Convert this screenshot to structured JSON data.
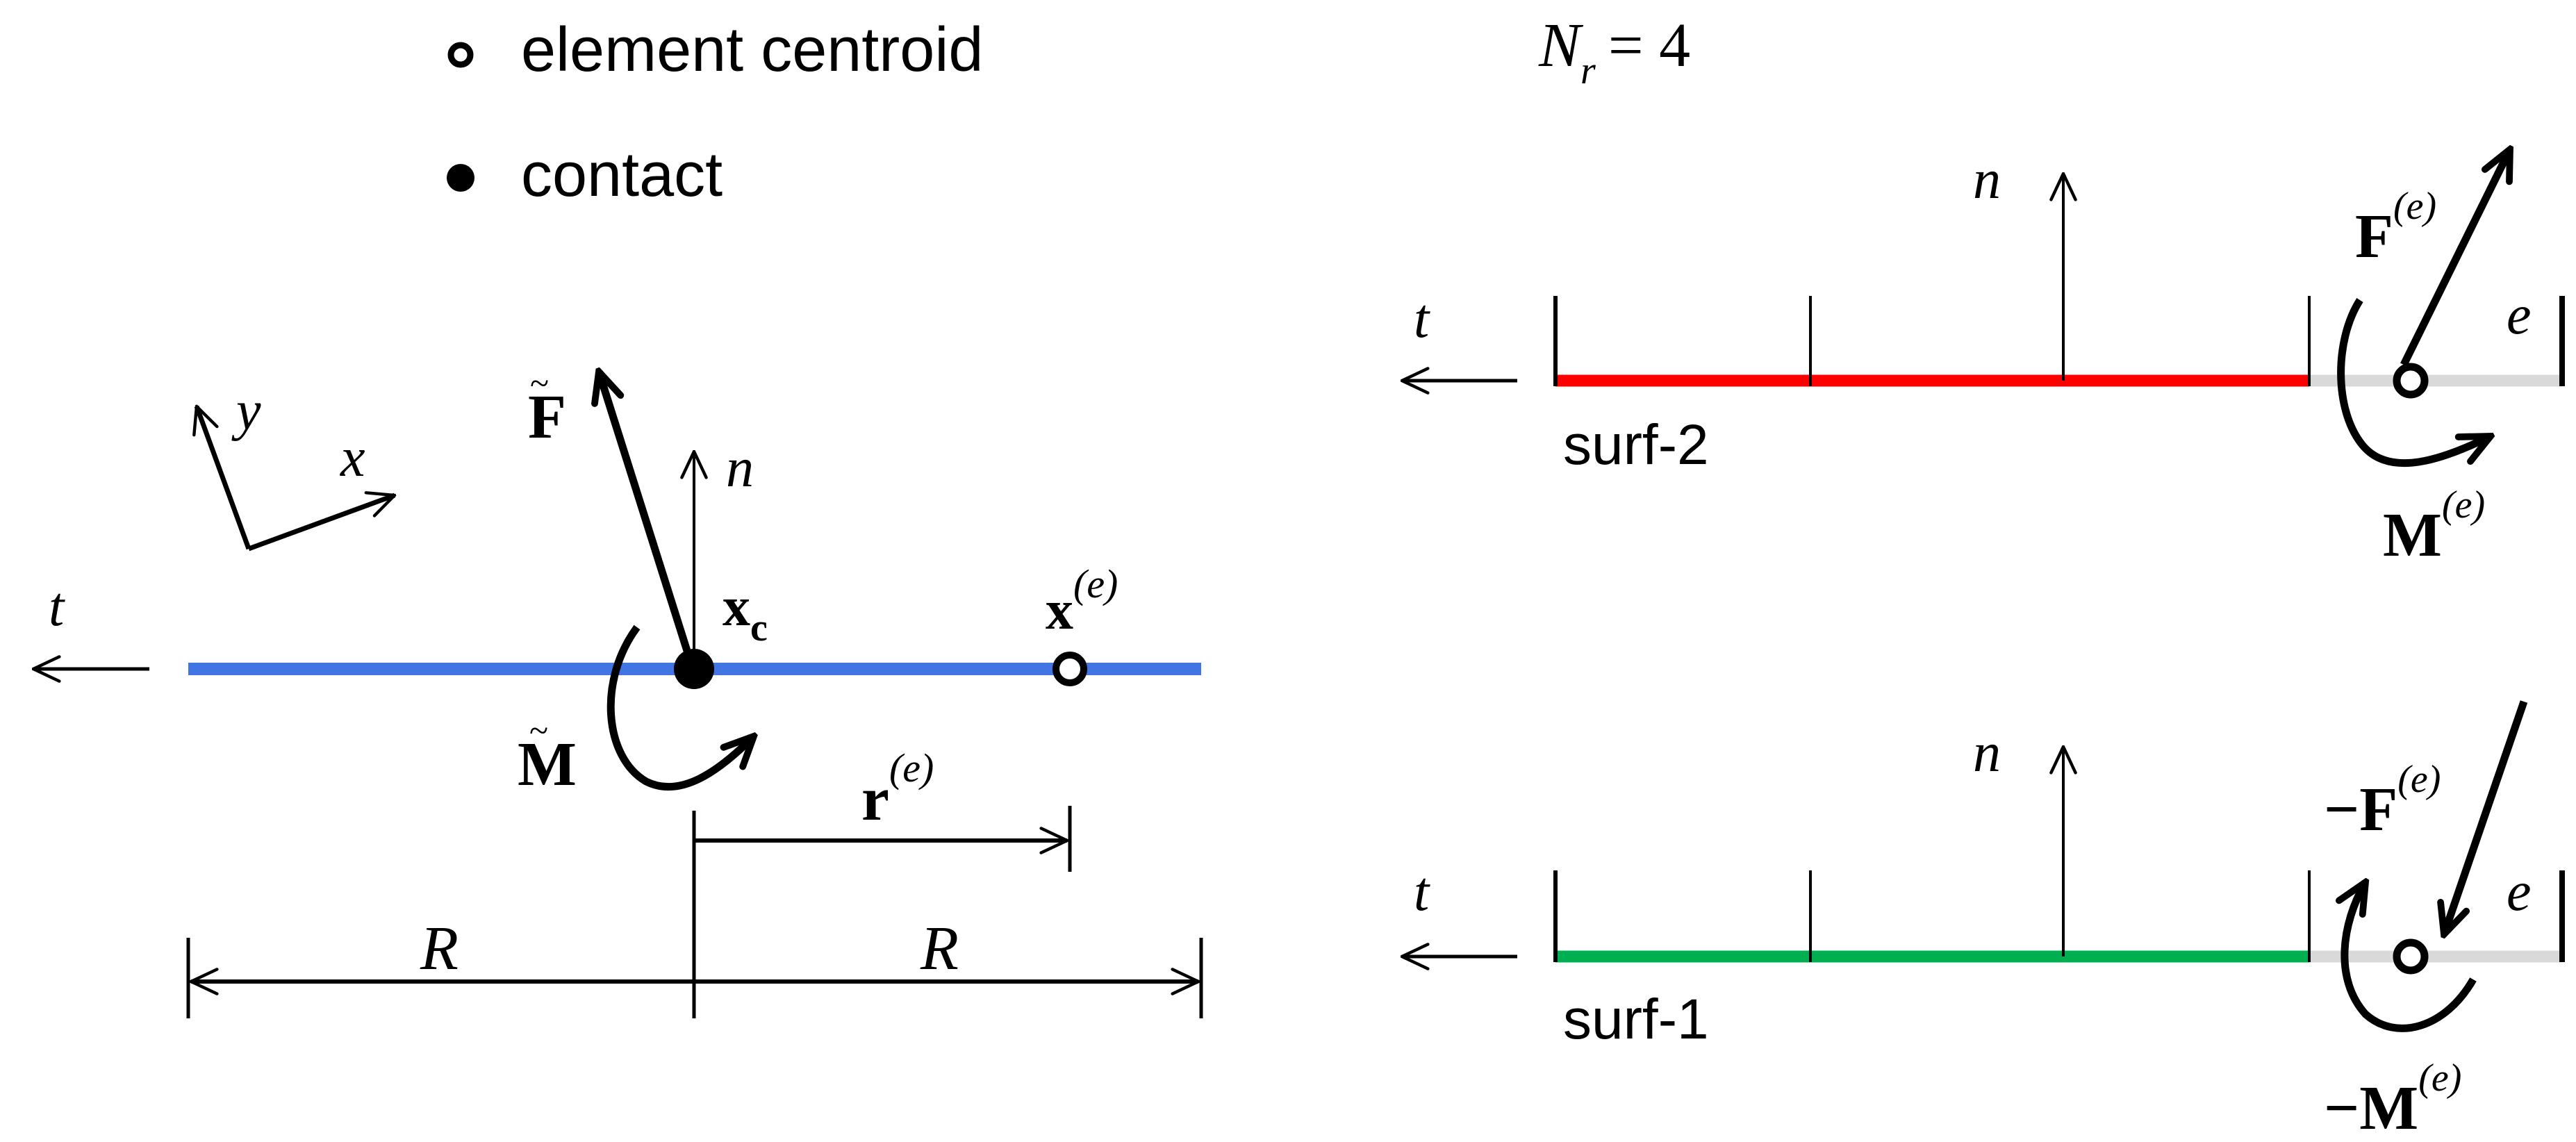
{
  "legend": {
    "centroid_label": "element centroid",
    "contact_label": "contact"
  },
  "colors": {
    "surface_left": "#4275e3",
    "surf2": "#ff0000",
    "surf1": "#00b050",
    "element_segment": "#d9d9d9",
    "ink": "#000000"
  },
  "left_panel": {
    "axis_t": "t",
    "axis_y": "y",
    "axis_x": "x",
    "axis_n": "n",
    "force_symbol": "F",
    "force_accent": "~",
    "moment_symbol": "M",
    "moment_accent": "~",
    "contact_point_symbol": "x",
    "contact_point_sub": "c",
    "centroid_symbol": "x",
    "centroid_sup": "(e)",
    "radius_vector_symbol": "r",
    "radius_vector_sup": "(e)",
    "radius_left": "R",
    "radius_right": "R"
  },
  "right_panel": {
    "nr_symbol": "N",
    "nr_sub": "r",
    "nr_eq": "= 4",
    "top": {
      "surface_label": "surf-2",
      "axis_t": "t",
      "axis_n": "n",
      "element_label": "e",
      "force_symbol": "F",
      "force_sup": "(e)",
      "moment_symbol": "M",
      "moment_sup": "(e)"
    },
    "bottom": {
      "surface_label": "surf-1",
      "axis_t": "t",
      "axis_n": "n",
      "element_label": "e",
      "force_symbol": "−F",
      "force_sup": "(e)",
      "moment_symbol": "−M",
      "moment_sup": "(e)"
    }
  }
}
